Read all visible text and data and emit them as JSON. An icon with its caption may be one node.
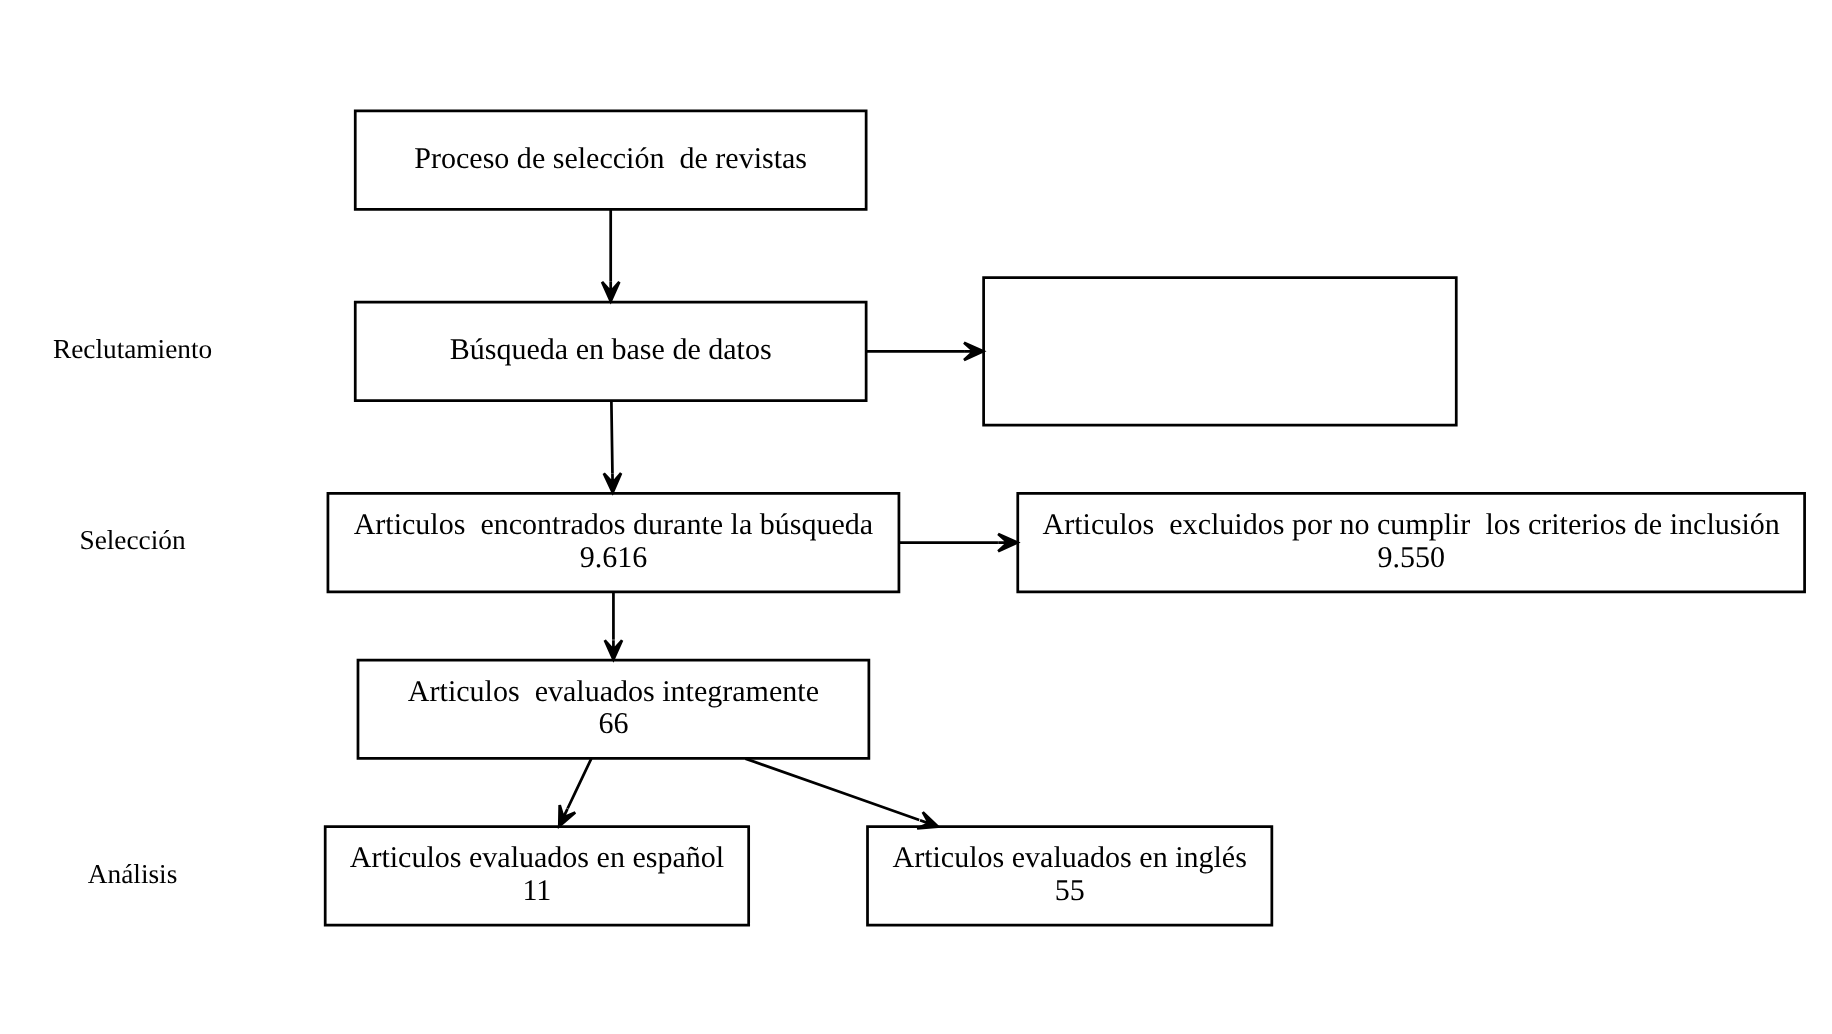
{
  "diagram": {
    "nodes": [
      {
        "text": [
          "Proceso de selección  de revistas"
        ]
      },
      {
        "text": [
          "Búsqueda en base de datos"
        ]
      },
      {
        "text": [],
        "shape": "box"
      },
      {
        "text": [
          "Articulos  encontrados durante la búsqueda",
          "9.616"
        ]
      },
      {
        "text": [
          "Articulos  excluidos por no cumplir  los criterios de inclusión",
          "9.550"
        ]
      },
      {
        "text": [
          "Articulos  evaluados integramente",
          "66"
        ]
      },
      {
        "text": [
          "Articulos evaluados en español",
          "11"
        ]
      },
      {
        "text": [
          "Articulos evaluados en inglés",
          "55"
        ]
      }
    ],
    "edges": [
      {
        "from": 0,
        "to": 1,
        "arrow": "to"
      },
      {
        "from": 1,
        "to": 2,
        "arrow": "to"
      },
      {
        "from": 1,
        "to": 3,
        "arrow": "to"
      },
      {
        "from": 3,
        "to": 4,
        "arrow": "to"
      },
      {
        "from": 3,
        "to": 5,
        "arrow": "to"
      },
      {
        "from": 5,
        "to": 6,
        "arrow": "to"
      },
      {
        "from": 5,
        "to": 7,
        "arrow": "to"
      }
    ],
    "labels": [
      "Reclutamiento",
      "Selección",
      "Análisis"
    ]
  }
}
